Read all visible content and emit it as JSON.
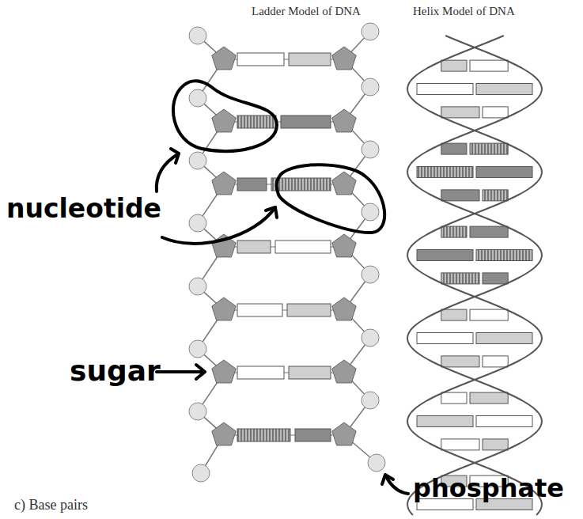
{
  "diagram": {
    "labels": [
      "Ladder Model of DNA",
      "Helix Model of DNA",
      "nucleotide",
      "sugar",
      "phosphate",
      "c) Base pairs"
    ]
  }
}
